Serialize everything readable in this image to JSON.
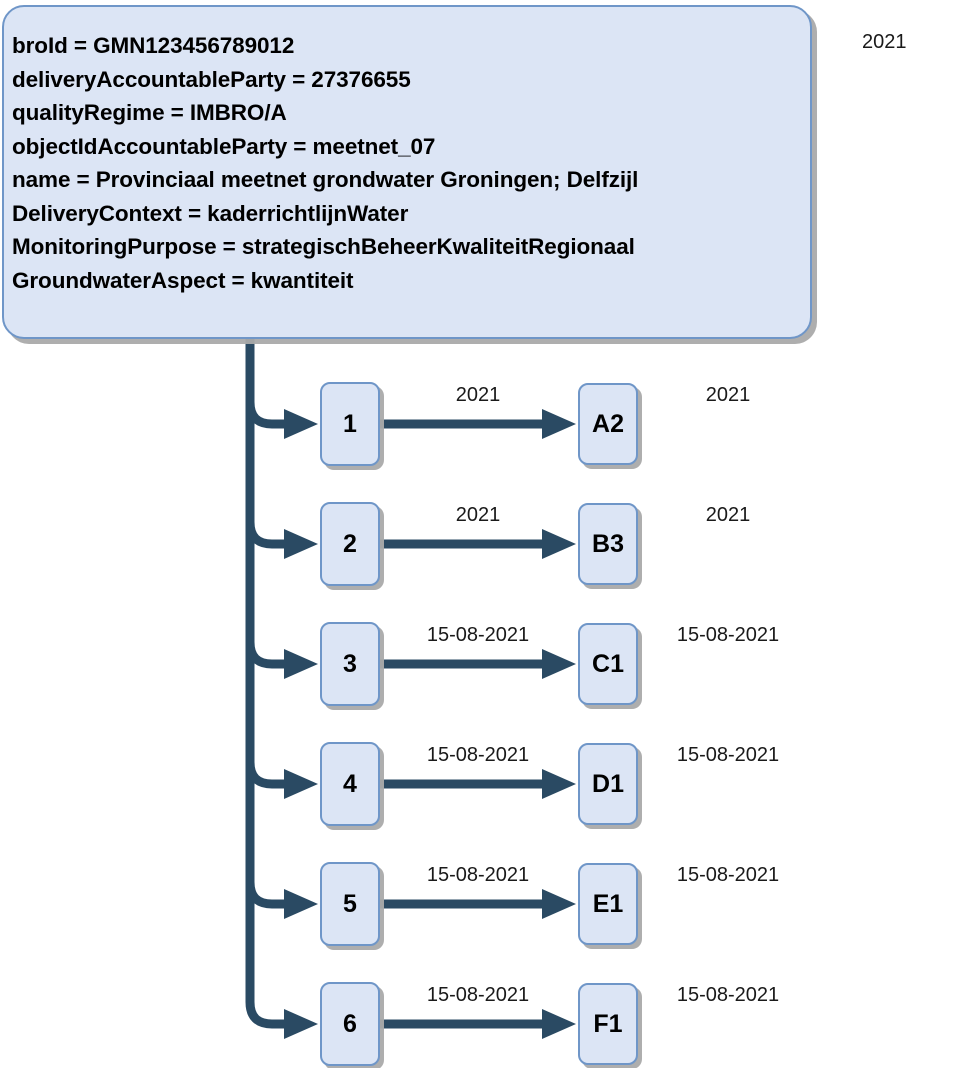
{
  "diagram": {
    "title_label": "2021",
    "main_box": {
      "attributes": [
        "broId = GMN123456789012",
        "deliveryAccountableParty = 27376655",
        "qualityRegime = IMBRO/A",
        "objectIdAccountableParty = meetnet_07",
        "name = Provinciaal meetnet grondwater Groningen; Delfzijl",
        "DeliveryContext = kaderrichtlijnWater",
        "MonitoringPurpose = strategischBeheerKwaliteitRegionaal",
        "GroundwaterAspect = kwantiteit"
      ]
    },
    "rows": [
      {
        "left": "1",
        "edge_label": "2021",
        "right": "A2",
        "row_label": "2021"
      },
      {
        "left": "2",
        "edge_label": "2021",
        "right": "B3",
        "row_label": "2021"
      },
      {
        "left": "3",
        "edge_label": "15-08-2021",
        "right": "C1",
        "row_label": "15-08-2021"
      },
      {
        "left": "4",
        "edge_label": "15-08-2021",
        "right": "D1",
        "row_label": "15-08-2021"
      },
      {
        "left": "5",
        "edge_label": "15-08-2021",
        "right": "E1",
        "row_label": "15-08-2021"
      },
      {
        "left": "6",
        "edge_label": "15-08-2021",
        "right": "F1",
        "row_label": "15-08-2021"
      }
    ],
    "colors": {
      "box_fill": "#dce5f5",
      "box_border": "#6f96c8",
      "connector": "#2a4a63",
      "shadow": "#aaaaaa",
      "text": "#000000",
      "background": "#ffffff"
    }
  }
}
